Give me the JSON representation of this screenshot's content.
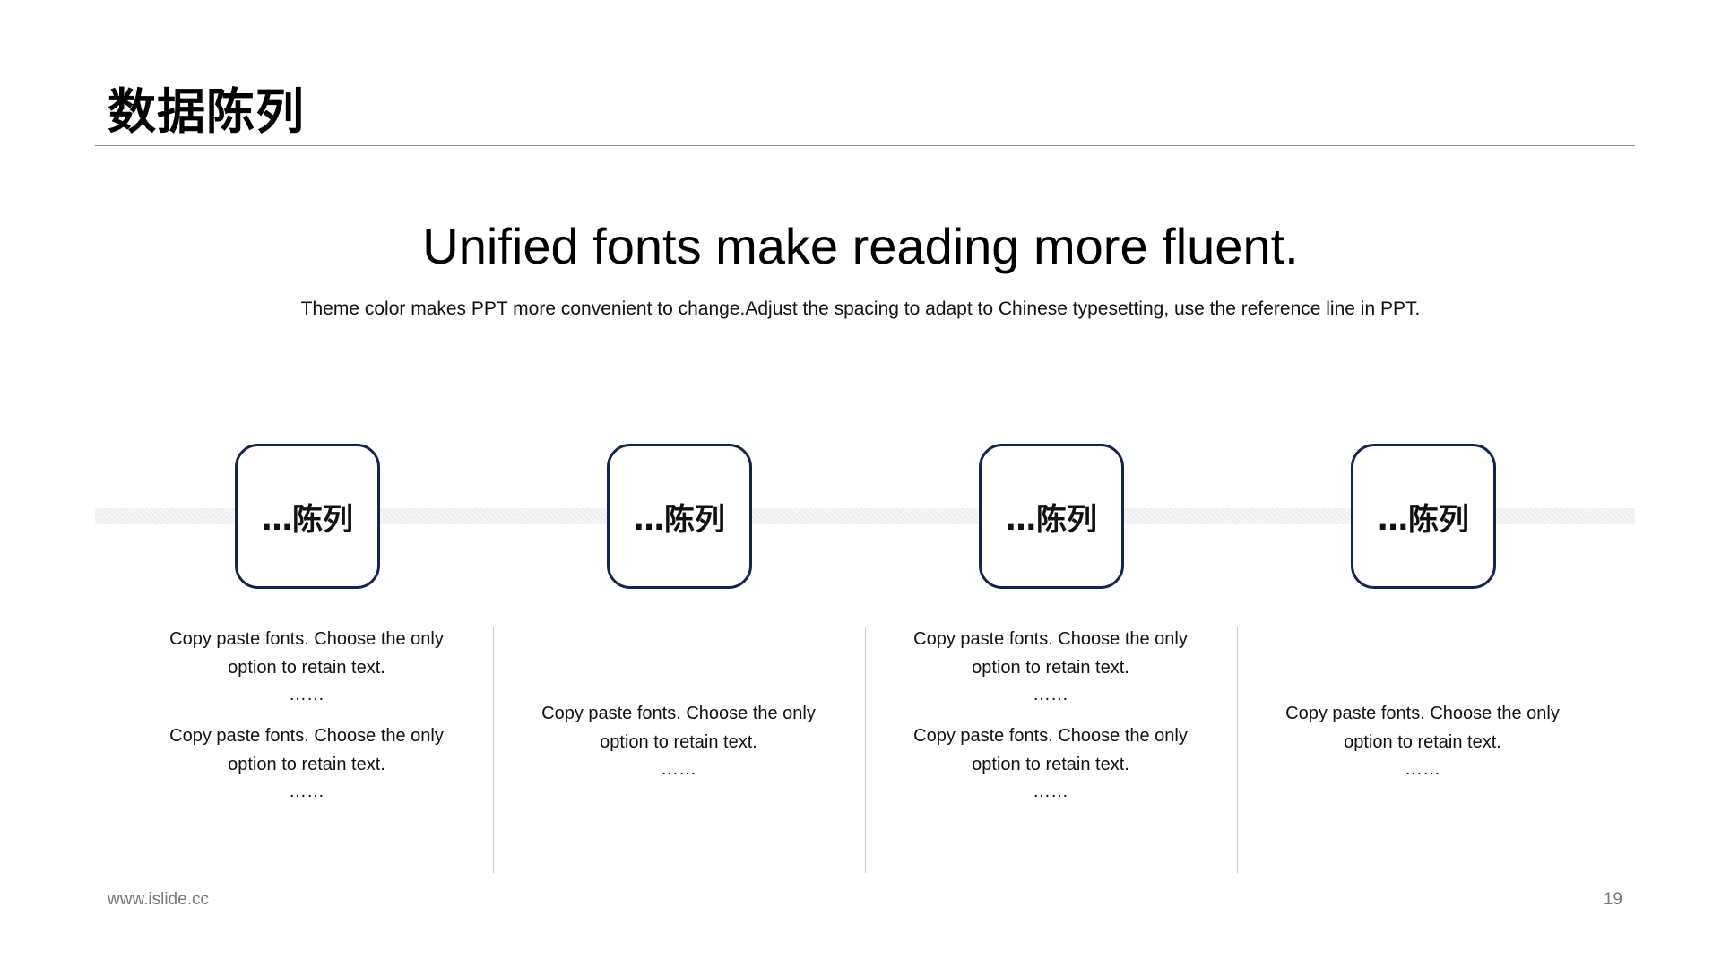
{
  "slide": {
    "title": "数据陈列",
    "headline": "Unified fonts make reading more fluent.",
    "subline": "Theme color makes PPT more convenient  to change.Adjust  the  spacing  to adapt to Chinese  typesetting,  use  the  reference  line  in  PPT."
  },
  "columns": [
    {
      "label": "…陈列",
      "blocks": [
        {
          "line1": "Copy paste fonts. Choose the only",
          "line2": "option to retain text.",
          "dots": "……"
        },
        {
          "line1": "Copy paste fonts. Choose the only",
          "line2": "option to retain text.",
          "dots": "……"
        }
      ]
    },
    {
      "label": "…陈列",
      "blocks": [
        {
          "line1": "Copy paste fonts. Choose the only",
          "line2": "option to retain text.",
          "dots": "……"
        }
      ]
    },
    {
      "label": "…陈列",
      "blocks": [
        {
          "line1": "Copy paste fonts. Choose the only",
          "line2": "option to retain text.",
          "dots": "……"
        },
        {
          "line1": "Copy paste fonts. Choose the only",
          "line2": "option to retain text.",
          "dots": "……"
        }
      ]
    },
    {
      "label": "…陈列",
      "blocks": [
        {
          "line1": "Copy paste fonts. Choose the only",
          "line2": "option to retain text.",
          "dots": "……"
        }
      ]
    }
  ],
  "footer": {
    "url": "www.islide.cc",
    "page": "19"
  },
  "colors": {
    "box_border": "#14254a",
    "rule": "#8c8c8c",
    "divider": "#c8c8c8"
  }
}
